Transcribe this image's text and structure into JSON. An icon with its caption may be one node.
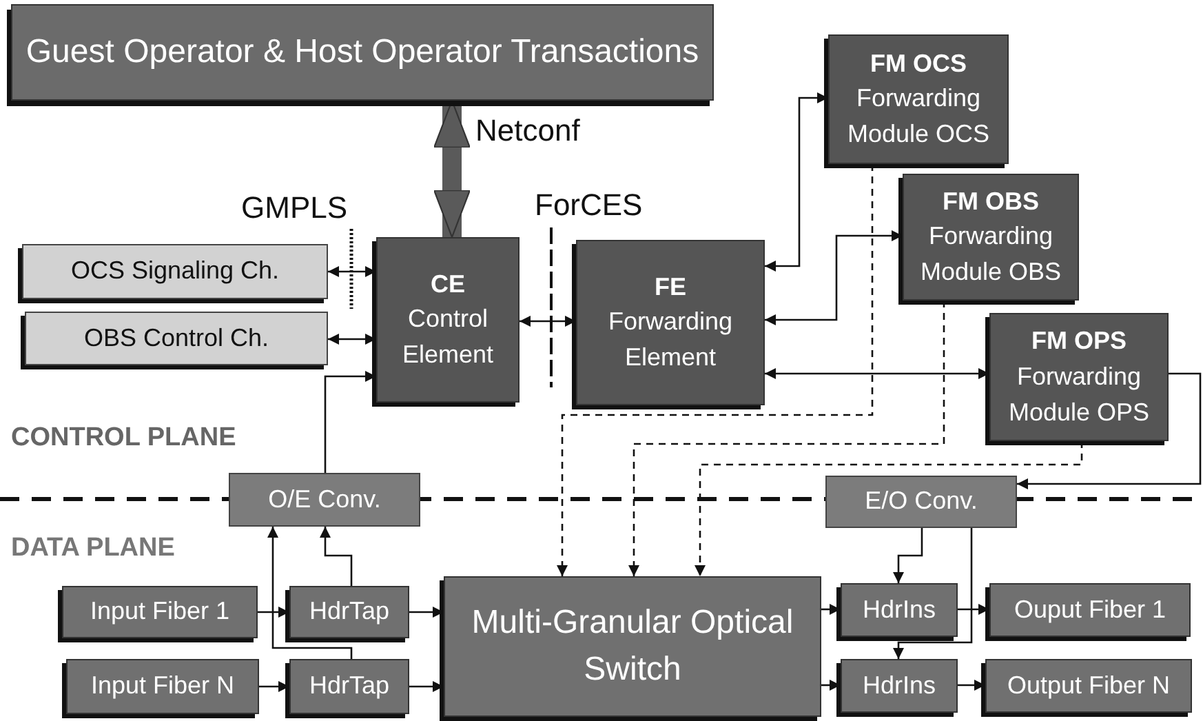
{
  "diagram": {
    "nodes": [
      {
        "text": [
          "Guest Operator & Host Operator Transactions"
        ]
      },
      {
        "text": [
          "FM OCS",
          "Forwarding Module OCS"
        ]
      },
      {
        "text": [
          "FM OBS",
          "Forwarding Module OBS"
        ]
      },
      {
        "text": [
          "FM OPS",
          "Forwarding Module OPS"
        ]
      },
      {
        "text": [
          "OCS Signaling Ch."
        ]
      },
      {
        "text": [
          "CE",
          "Control Element"
        ]
      },
      {
        "text": [
          "FE",
          "Forwarding Element"
        ]
      },
      {
        "text": [
          "OBS Control Ch."
        ]
      },
      {
        "text": [
          "O/E Conv."
        ]
      },
      {
        "text": [
          "E/O Conv."
        ]
      },
      {
        "text": [
          "Input Fiber 1"
        ]
      },
      {
        "text": [
          "HdrTap"
        ]
      },
      {
        "text": [
          "Multi-Granular Optical Switch"
        ]
      },
      {
        "text": [
          "HdrIns"
        ]
      },
      {
        "text": [
          "Ouput Fiber 1"
        ]
      },
      {
        "text": [
          "Input Fiber N"
        ]
      },
      {
        "text": [
          "HdrTap"
        ]
      },
      {
        "text": [
          "HdrIns"
        ]
      },
      {
        "text": [
          "Output Fiber N"
        ]
      }
    ],
    "edges": [
      {
        "from": 0,
        "to": 5,
        "arrow": "both",
        "label": "Netconf",
        "style": "thick",
        "color": "#5a5a5a"
      },
      {
        "from": 5,
        "to": 4,
        "arrow": "both"
      },
      {
        "from": 5,
        "to": 7,
        "arrow": "both"
      },
      {
        "from": 8,
        "to": 5,
        "arrow": "to"
      },
      {
        "from": 5,
        "to": 6,
        "arrow": "both"
      },
      {
        "from": 1,
        "to": 6,
        "arrow": "both"
      },
      {
        "from": 2,
        "to": 6,
        "arrow": "both"
      },
      {
        "from": 3,
        "to": 6,
        "arrow": "both"
      },
      {
        "from": 3,
        "to": 9,
        "arrow": "to"
      },
      {
        "from": 1,
        "to": 12,
        "arrow": "to",
        "style": "dashed"
      },
      {
        "from": 2,
        "to": 12,
        "arrow": "to",
        "style": "dashed"
      },
      {
        "from": 3,
        "to": 12,
        "arrow": "to",
        "style": "dashed"
      },
      {
        "from": 10,
        "to": 11,
        "arrow": "to"
      },
      {
        "from": 11,
        "to": 12,
        "arrow": "to"
      },
      {
        "from": 11,
        "to": 8,
        "arrow": "to"
      },
      {
        "from": 16,
        "to": 8,
        "arrow": "to"
      },
      {
        "from": 15,
        "to": 16,
        "arrow": "to"
      },
      {
        "from": 16,
        "to": 12,
        "arrow": "to"
      },
      {
        "from": 12,
        "to": 13,
        "arrow": "to"
      },
      {
        "from": 12,
        "to": 17,
        "arrow": "to"
      },
      {
        "from": 9,
        "to": 13,
        "arrow": "to"
      },
      {
        "from": 9,
        "to": 17,
        "arrow": "to"
      },
      {
        "from": 13,
        "to": 14,
        "arrow": "to"
      },
      {
        "from": 17,
        "to": 18,
        "arrow": "to"
      }
    ],
    "labels": [
      "GMPLS",
      "ForCES",
      "CONTROL PLANE",
      "DATA PLANE"
    ]
  }
}
